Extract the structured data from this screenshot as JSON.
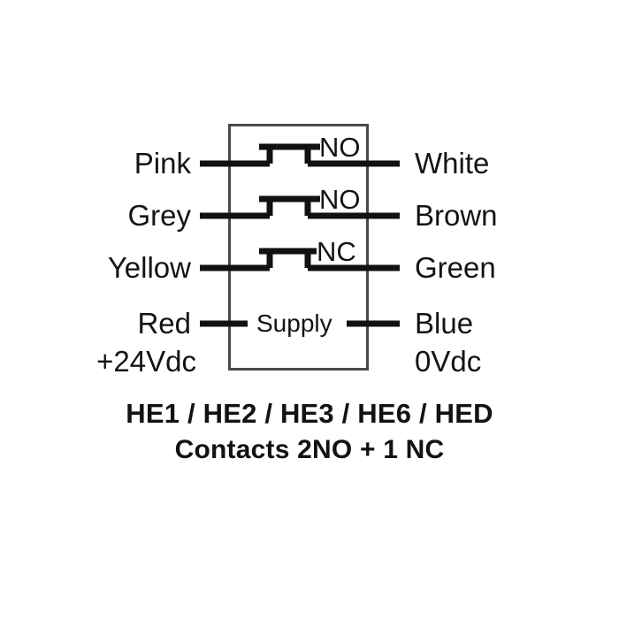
{
  "diagram": {
    "title_lines": {
      "models": "HE1 / HE2 / HE3 / HE6 / HED",
      "contacts": "Contacts 2NO + 1 NC"
    },
    "body": {
      "supply_label": "Supply",
      "stroke_color": "#4a4a4a",
      "wire_color": "#111111"
    },
    "rows": [
      {
        "id": "row-1",
        "left_label": "Pink",
        "right_label": "White",
        "contact_type": "NO"
      },
      {
        "id": "row-2",
        "left_label": "Grey",
        "right_label": "Brown",
        "contact_type": "NO"
      },
      {
        "id": "row-3",
        "left_label": "Yellow",
        "right_label": "Green",
        "contact_type": "NC"
      },
      {
        "id": "row-4",
        "left_label": "Red",
        "left_sublabel": "+24Vdc",
        "right_label": "Blue",
        "right_sublabel": "0Vdc",
        "contact_type": "Supply"
      }
    ]
  }
}
